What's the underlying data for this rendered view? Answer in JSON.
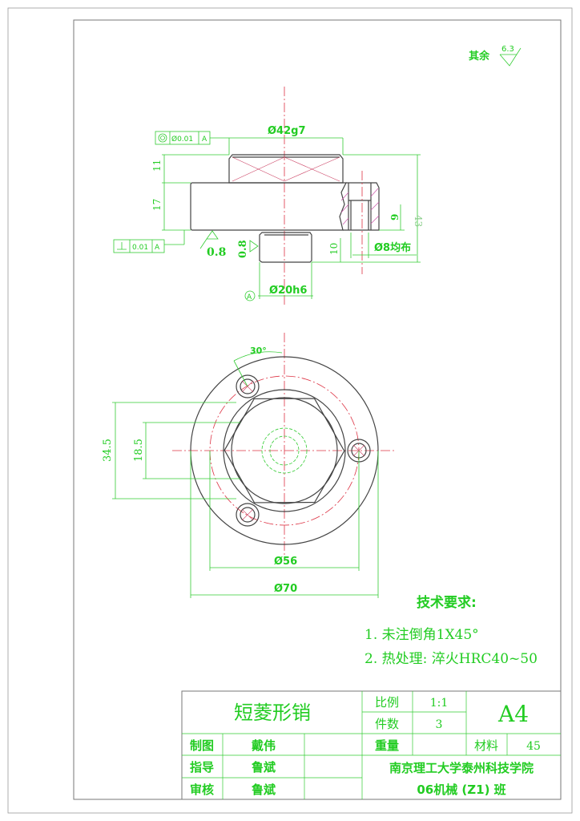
{
  "front_view": {
    "dim_head_diameter": "Ø42g7",
    "dim_head_height": "11",
    "dim_flange_height": "17",
    "dim_total_height": "43",
    "dim_hole_depth": "9",
    "dim_shaft_length": "10",
    "dim_hole_diameter": "Ø8均布",
    "dim_shaft_diameter": "Ø20h6",
    "datum_label": "A",
    "roughness_1": "0.8",
    "roughness_2": "0.8",
    "tolerance_concentricity": {
      "value": "Ø0.01",
      "datum": "A"
    },
    "tolerance_perpendicularity": {
      "value": "0.01",
      "datum": "A"
    }
  },
  "top_view": {
    "dim_angle": "30°",
    "dim_across_flats": "34.5",
    "dim_inner": "18.5",
    "dim_pitch_circle": "Ø56",
    "dim_outer": "Ø70"
  },
  "roughness_note": {
    "label": "其余",
    "value": "6.3"
  },
  "tech_requirements": {
    "title": "技术要求:",
    "items": [
      "1. 未注倒角1X45°",
      "2. 热处理: 淬火HRC40~50"
    ]
  },
  "title_block": {
    "part_name": "短菱形销",
    "scale_label": "比例",
    "scale_value": "1:1",
    "quantity_label": "件数",
    "quantity_value": "3",
    "sheet_size": "A4",
    "weight_label": "重量",
    "weight_value": "",
    "material_label": "材料",
    "material_value": "45",
    "drawn_label": "制图",
    "drawn_by": "戴伟",
    "guided_label": "指导",
    "guided_by": "鲁斌",
    "checked_label": "审核",
    "checked_by": "鲁斌",
    "school": "南京理工大学泰州科技学院",
    "class": "06机械 (Z1) 班"
  }
}
